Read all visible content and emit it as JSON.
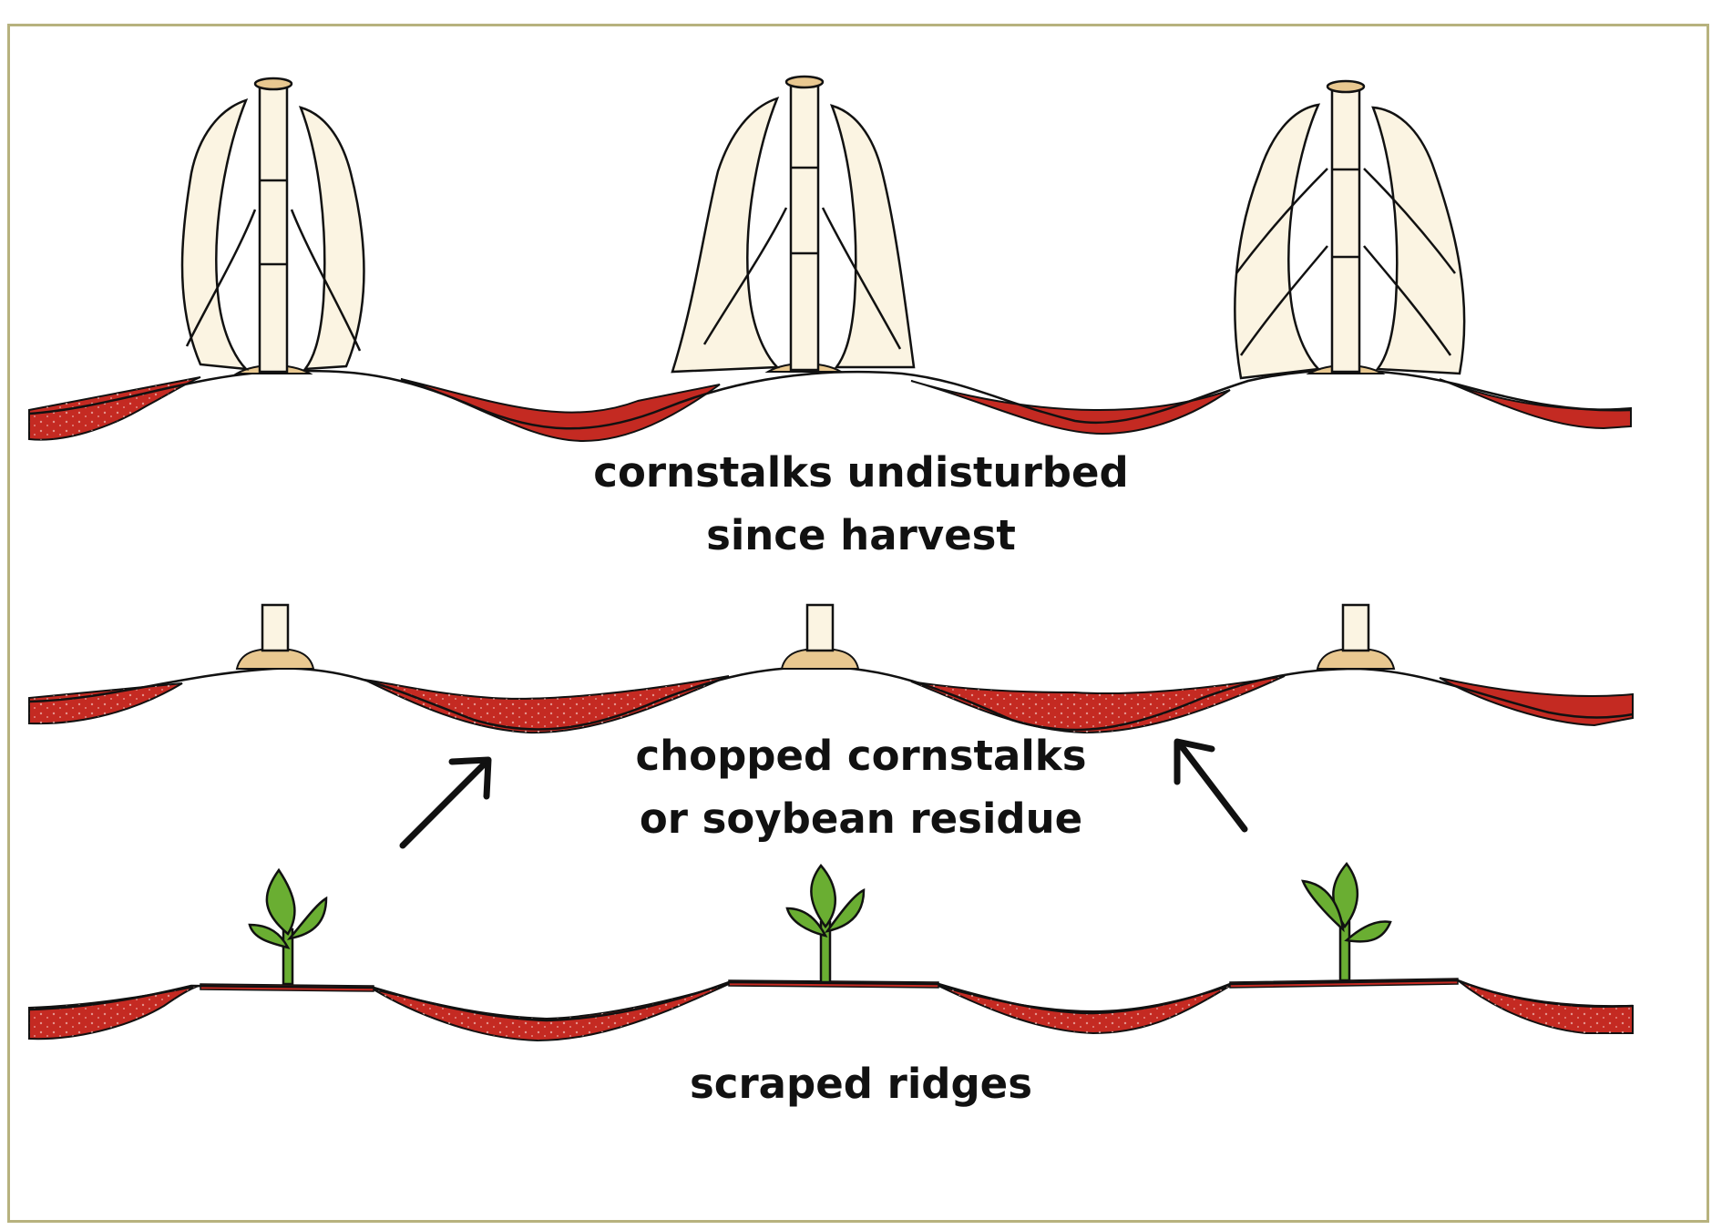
{
  "captions": {
    "row1_line1": "cornstalks undisturbed",
    "row1_line2": "since harvest",
    "row2_line1": "chopped cornstalks",
    "row2_line2": "or soybean residue",
    "row3": "scraped ridges"
  },
  "colors": {
    "frame": "#b7b27e",
    "residue": "#c42a22",
    "stalk_fill": "#fbf4e2",
    "stalk_base": "#e9c890",
    "seedling": "#6aae32",
    "outline": "#111111"
  },
  "icons": [
    "cornstalk-icon",
    "stalk-stub-icon",
    "seedling-icon",
    "arrow-icon"
  ]
}
